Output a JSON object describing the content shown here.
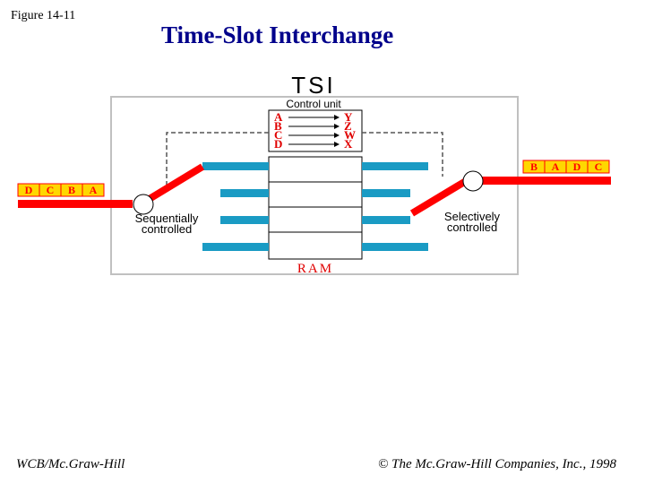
{
  "figure_label": "Figure 14-11",
  "title": "Time-Slot Interchange",
  "diagram": {
    "heading": "TSI",
    "control_unit_label": "Control unit",
    "control_inputs": [
      "A",
      "B",
      "C",
      "D"
    ],
    "control_outputs": [
      "Y",
      "Z",
      "W",
      "X"
    ],
    "input_slots": [
      "D",
      "C",
      "B",
      "A"
    ],
    "output_slots": [
      "B",
      "A",
      "D",
      "C"
    ],
    "left_switch_label": [
      "Sequentially",
      "controlled"
    ],
    "right_switch_label": [
      "Selectively",
      "controlled"
    ],
    "ram_label": "RAM",
    "colors": {
      "frame": "#c0c0c0",
      "line_red": "#ff0000",
      "slot_fill": "#ffd700",
      "slot_text": "#ff0000",
      "bus": "#1a9bc4",
      "control_text": "#e00000"
    }
  },
  "footer": {
    "left": "WCB/Mc.Graw-Hill",
    "right": "The Mc.Graw-Hill Companies, Inc., 1998",
    "copyright_symbol": "©"
  }
}
